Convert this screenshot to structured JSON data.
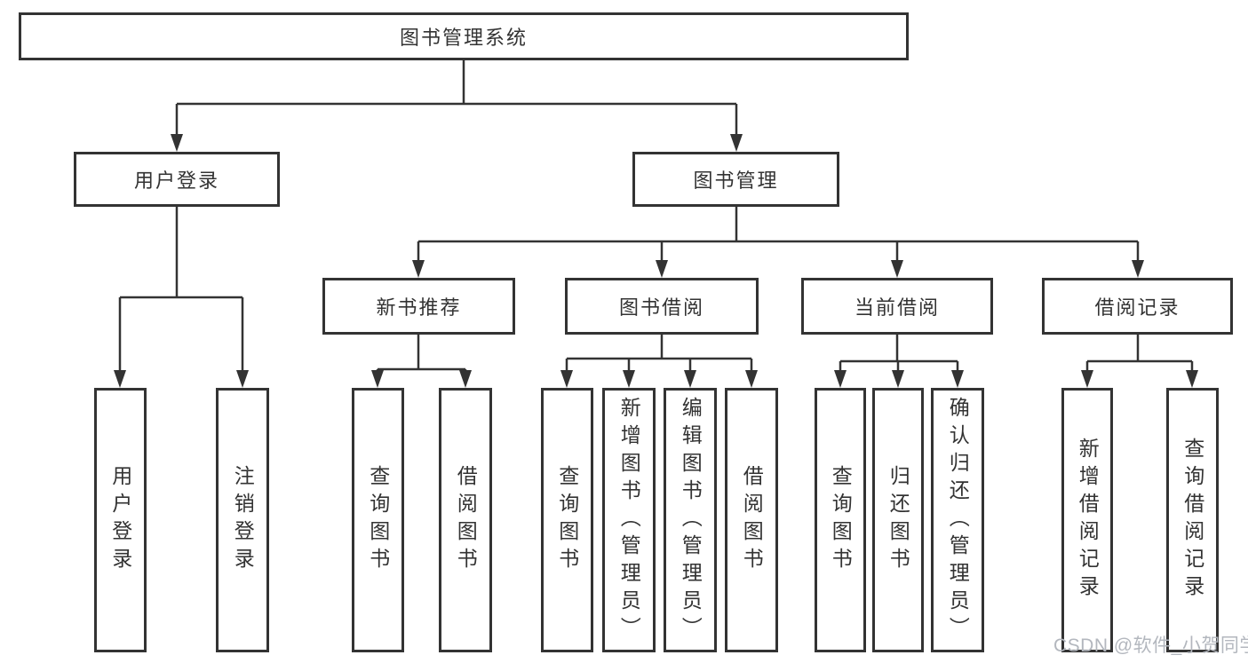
{
  "tree": {
    "label": "图书管理系统",
    "children": [
      {
        "label": "用户登录",
        "children": [
          {
            "label": "用户登录"
          },
          {
            "label": "注销登录"
          }
        ]
      },
      {
        "label": "图书管理",
        "children": [
          {
            "label": "新书推荐",
            "children": [
              {
                "label": "查询图书"
              },
              {
                "label": "借阅图书"
              }
            ]
          },
          {
            "label": "图书借阅",
            "children": [
              {
                "label": "查询图书"
              },
              {
                "label": "新增图书（管理员）"
              },
              {
                "label": "编辑图书（管理员）"
              },
              {
                "label": "借阅图书"
              }
            ]
          },
          {
            "label": "当前借阅",
            "children": [
              {
                "label": "查询图书"
              },
              {
                "label": "归还图书"
              },
              {
                "label": "确认归还（管理员）"
              }
            ]
          },
          {
            "label": "借阅记录",
            "children": [
              {
                "label": "新增借阅记录"
              },
              {
                "label": "查询借阅记录"
              }
            ]
          }
        ]
      }
    ]
  },
  "watermark": {
    "text": "CSDN @软件_小贺同学",
    "color": "#b3b7be"
  },
  "colors": {
    "line": "#333333",
    "box_border": "#333333",
    "background": "#ffffff",
    "text": "#333333"
  }
}
